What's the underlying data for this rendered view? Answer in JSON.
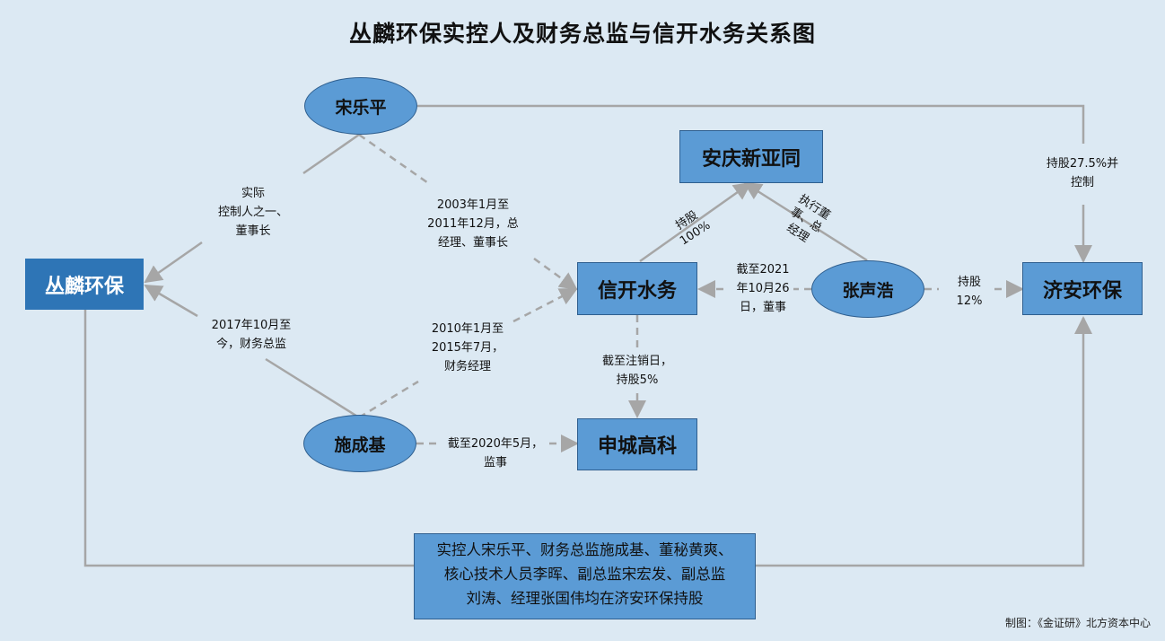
{
  "title": "丛麟环保实控人及财务总监与信开水务关系图",
  "nodes": {
    "conglin": "丛麟环保",
    "song": "宋乐平",
    "shi": "施成基",
    "xinkai": "信开水务",
    "anqing": "安庆新亚同",
    "zhang": "张声浩",
    "jian": "济安环保",
    "shencheng": "申城高科"
  },
  "labels": {
    "song_conglin": "实际\n控制人之一、\n董事长",
    "song_xinkai": "2003年1月至\n2011年12月，总\n经理、董事长",
    "shi_conglin": "2017年10月至\n今，财务总监",
    "shi_xinkai": "2010年1月至\n2015年7月，\n财务经理",
    "xinkai_anqing": "持股\n100%",
    "zhang_anqing": "执行董\n事、总\n经理",
    "zhang_xinkai": "截至2021\n年10月26\n日，董事",
    "zhang_jian": "持股\n12%",
    "song_jian": "持股27.5%并\n控制",
    "xinkai_shencheng": "截至注销日，\n持股5%",
    "shi_shencheng": "截至2020年5月，\n监事"
  },
  "note": "实控人宋乐平、财务总监施成基、董秘黄爽、\n核心技术人员李晖、副总监宋宏发、副总监\n刘涛、经理张国伟均在济安环保持股",
  "credit": "制图：《金证研》北方资本中心",
  "colors": {
    "background": "#dce9f3",
    "node": "#5b9bd5",
    "conglin": "#2e75b6",
    "line": "#a6a6a6"
  }
}
